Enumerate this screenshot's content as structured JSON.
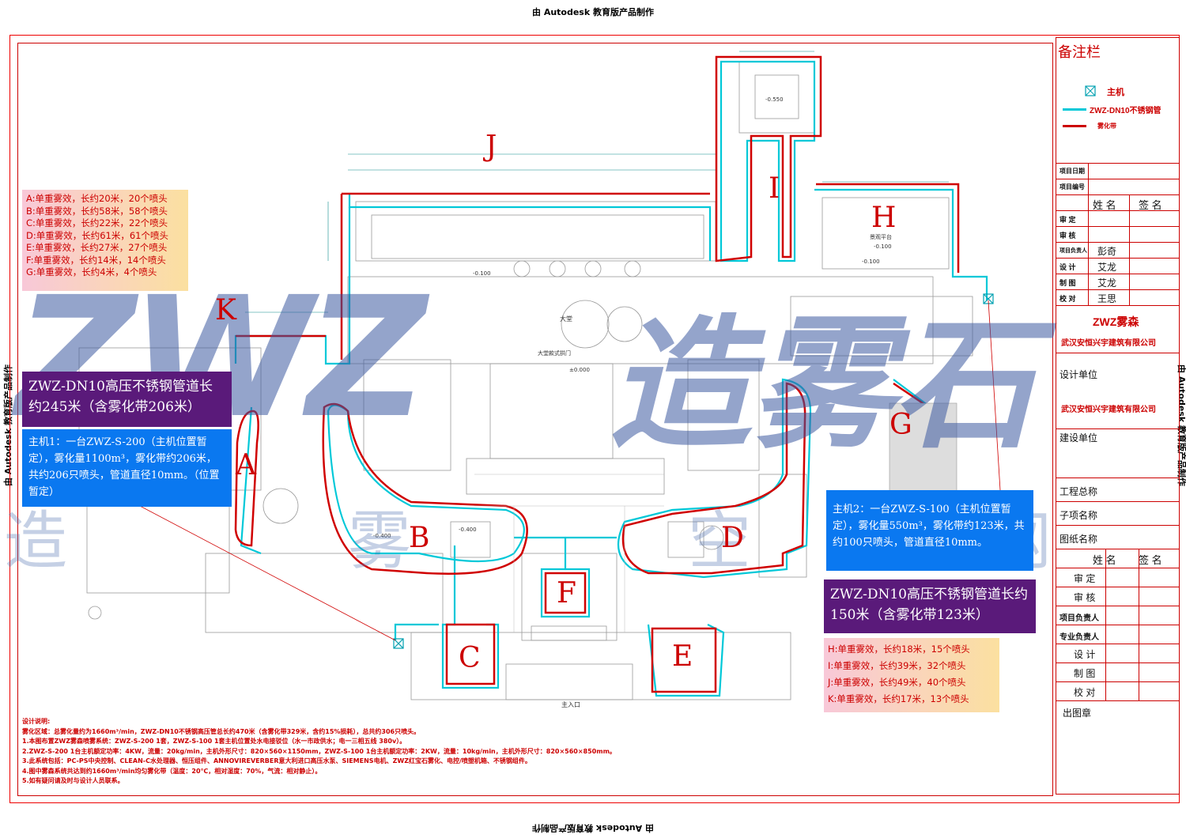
{
  "watermark_edu": "由 Autodesk 教育版产品制作",
  "brand_watermark": {
    "latin": "ZWZ",
    "cn": "造雾石",
    "row2": [
      "造",
      "雾",
      "空",
      "网"
    ]
  },
  "zones": {
    "A": "A",
    "B": "B",
    "C": "C",
    "D": "D",
    "E": "E",
    "F": "F",
    "G": "G",
    "H": "H",
    "I": "I",
    "J": "J",
    "K": "K"
  },
  "legend": {
    "title": "备注栏",
    "items": [
      {
        "label": "主机",
        "icon": "host-box-icon"
      },
      {
        "label": "ZWZ-DN10不锈钢管",
        "color": "#00c8d8"
      },
      {
        "label": "雾化带",
        "color": "#c00000"
      }
    ]
  },
  "title_block": {
    "project_date": "项目日期",
    "project_no": "项目编号",
    "name_hdr": "姓 名",
    "sign_hdr": "签 名",
    "rows": [
      {
        "label": "审 定",
        "name": ""
      },
      {
        "label": "审 核",
        "name": ""
      },
      {
        "label": "项目负责人",
        "name": "彭奇"
      },
      {
        "label": "设 计",
        "name": "艾龙"
      },
      {
        "label": "制 图",
        "name": "艾龙"
      },
      {
        "label": "校 对",
        "name": "王思"
      }
    ],
    "company_brand": "ZWZ雾森",
    "company": "武汉安恒兴宇建筑有限公司",
    "design_unit": "设计单位",
    "design_company": "武汉安恒兴宇建筑有限公司",
    "build_unit": "建设单位",
    "project_name": "工程总称",
    "sub_name": "子项名称",
    "drawing_name": "图纸名称",
    "name_hdr2": "姓 名",
    "sign_hdr2": "签 名",
    "rows2": [
      "审 定",
      "审 核",
      "项目负责人",
      "专业负责人",
      "设 计",
      "制 图",
      "校 对"
    ],
    "stamp": "出图章"
  },
  "left_notes": [
    "A:单重雾效，长约20米，20个喷头",
    "B:单重雾效，长约58米，58个喷头",
    "C:单重雾效，长约22米，22个喷头",
    "D:单重雾效，长约61米，61个喷头",
    "E:单重雾效，长约27米，27个喷头",
    "F:单重雾效，长约14米，14个喷头",
    "G:单重雾效，长约4米，4个喷头"
  ],
  "right_notes": [
    "H:单重雾效，长约18米，15个喷头",
    "I:单重雾效，长约39米，32个喷头",
    "J:单重雾效，长约49米，40个喷头",
    "K:单重雾效，长约17米，13个喷头"
  ],
  "pipe_left": "ZWZ-DN10高压不锈钢管道长约245米（含雾化带206米）",
  "host1": "主机1：一台ZWZ-S-200（主机位置暂定），雾化量1100m³，雾化带约206米，共约206只喷头，管道直径10mm。（位置暂定）",
  "host2": "主机2：一台ZWZ-S-100（主机位置暂定），雾化量550m³，雾化带约123米，共约100只喷头，管道直径10mm。",
  "pipe_right": "ZWZ-DN10高压不锈钢管道长约150米（含雾化带123米）",
  "plan_labels": {
    "lobby": "大堂",
    "gate": "大堂款式拱门",
    "level0": "±0.000",
    "lvl_040": "-0.400",
    "lvl_040b": "-0.400",
    "lvl_055": "-0.550",
    "lvl_010": "-0.100",
    "lvl_010b": "-0.100",
    "lvl_010c": "-0.100",
    "main_entry": "主入口",
    "terrace": "景观平台"
  },
  "design_notes": [
    "设计说明:",
    "雾化区域：总雾化量约为1660m³/min，ZWZ-DN10不锈钢高压管总长约470米（含雾化带329米，含约15%损耗），总共约306只喷头。",
    "1.本图布置ZWZ雾森喷雾系统：ZWZ-S-200 1套，ZWZ-S-100 1套主机位置处水电接驳位（水一市政供水；电一三相五线 380v）。",
    "2.ZWZ-S-200 1台主机额定功率：4KW，流量：20kg/min，主机外形尺寸：820×560×1150mm，ZWZ-S-100 1台主机额定功率：2KW，流量：10kg/min，主机外形尺寸：820×560×850mm。",
    "3.此系统包括：PC-PS中央控制、CLEAN-C水处理器、恒压组件、ANNOVIREVERBER意大利进口高压水泵、SIEMENS电机、ZWZ红宝石雾化、电控/喷塑机箱、不锈钢组件。",
    "4.图中雾森系统共达到约1660m³/min均匀雾化带（温度：20℃，相对湿度：70%，气流：相对静止）。",
    "5.如有疑问请及时与设计人员联系。"
  ]
}
